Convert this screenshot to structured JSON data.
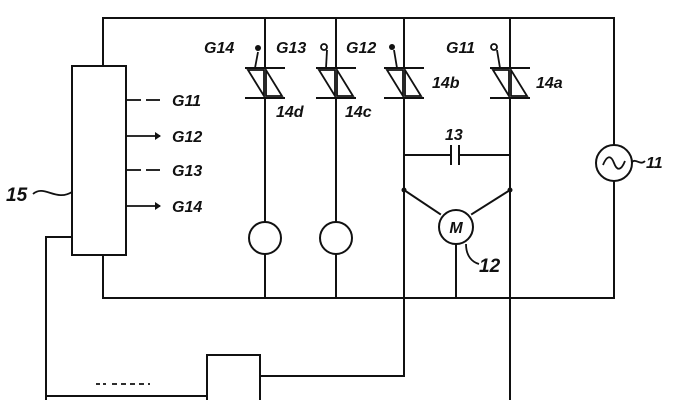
{
  "labels": {
    "gate_14d": "G14",
    "gate_14c": "G13",
    "gate_14b": "G12",
    "gate_14a": "G11",
    "triac_14d": "14d",
    "triac_14c": "14c",
    "triac_14b": "14b",
    "triac_14a": "14a",
    "capacitor": "13",
    "ac_source": "11",
    "motor": "12",
    "motor_symbol": "M",
    "controller": "15",
    "out_g11": "G11",
    "out_g12": "G12",
    "out_g13": "G13",
    "out_g14": "G14"
  }
}
